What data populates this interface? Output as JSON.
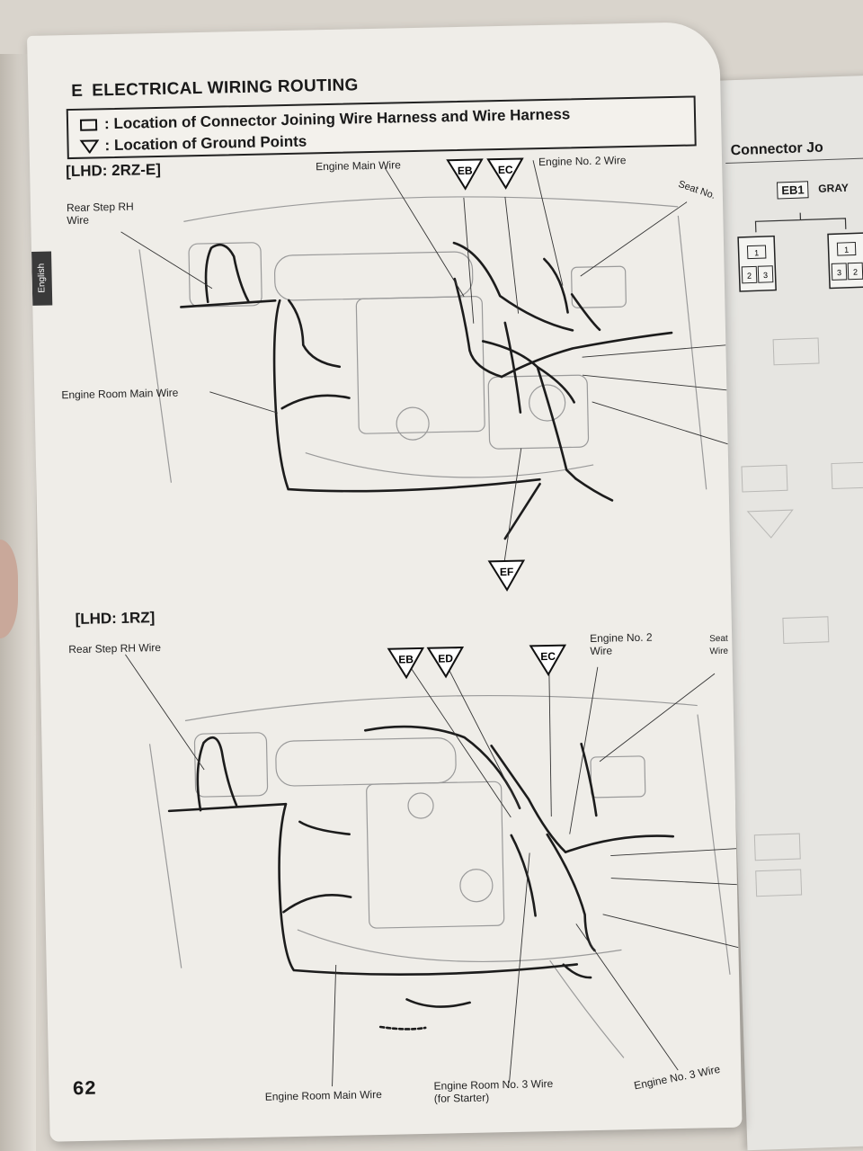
{
  "header": {
    "section_letter": "E",
    "title": "ELECTRICAL WIRING ROUTING",
    "legend": [
      {
        "symbol": "square",
        "text": ": Location of Connector Joining Wire Harness and Wire Harness"
      },
      {
        "symbol": "triangle",
        "text": ": Location of Ground Points"
      }
    ]
  },
  "side_tab": "English",
  "page_number": "62",
  "diagrams": [
    {
      "title": "[LHD: 2RZ-E]",
      "labels": {
        "engine_main_wire": "Engine Main Wire",
        "engine_no2_wire": "Engine No. 2 Wire",
        "rear_step_rh_wire": "Rear Step RH\nWire",
        "engine_room_main_wire": "Engine Room Main Wire",
        "seat_wire": "Seat No."
      },
      "grounds": [
        "EB",
        "EC",
        "EF"
      ]
    },
    {
      "title": "[LHD: 1RZ]",
      "labels": {
        "rear_step_rh_wire": "Rear Step RH Wire",
        "engine_no2_wire": "Engine No. 2\nWire",
        "seat_wire": "Seat\nWire",
        "engine_room_main_wire": "Engine Room Main Wire",
        "engine_room_no3_wire": "Engine Room No. 3 Wire\n(for Starter)",
        "engine_no3_wire": "Engine No. 3 Wire"
      },
      "grounds": [
        "EB",
        "ED",
        "EC"
      ]
    }
  ],
  "right_page": {
    "title": "Connector Jo",
    "connector_code": "EB1",
    "connector_color": "GRAY",
    "pins_left": [
      "1",
      "2",
      "3"
    ],
    "pins_right": [
      "1",
      "3",
      "2"
    ]
  },
  "colors": {
    "paper": "#efede8",
    "ink": "#1a1a1a",
    "line_art": "#9a9a9a"
  }
}
